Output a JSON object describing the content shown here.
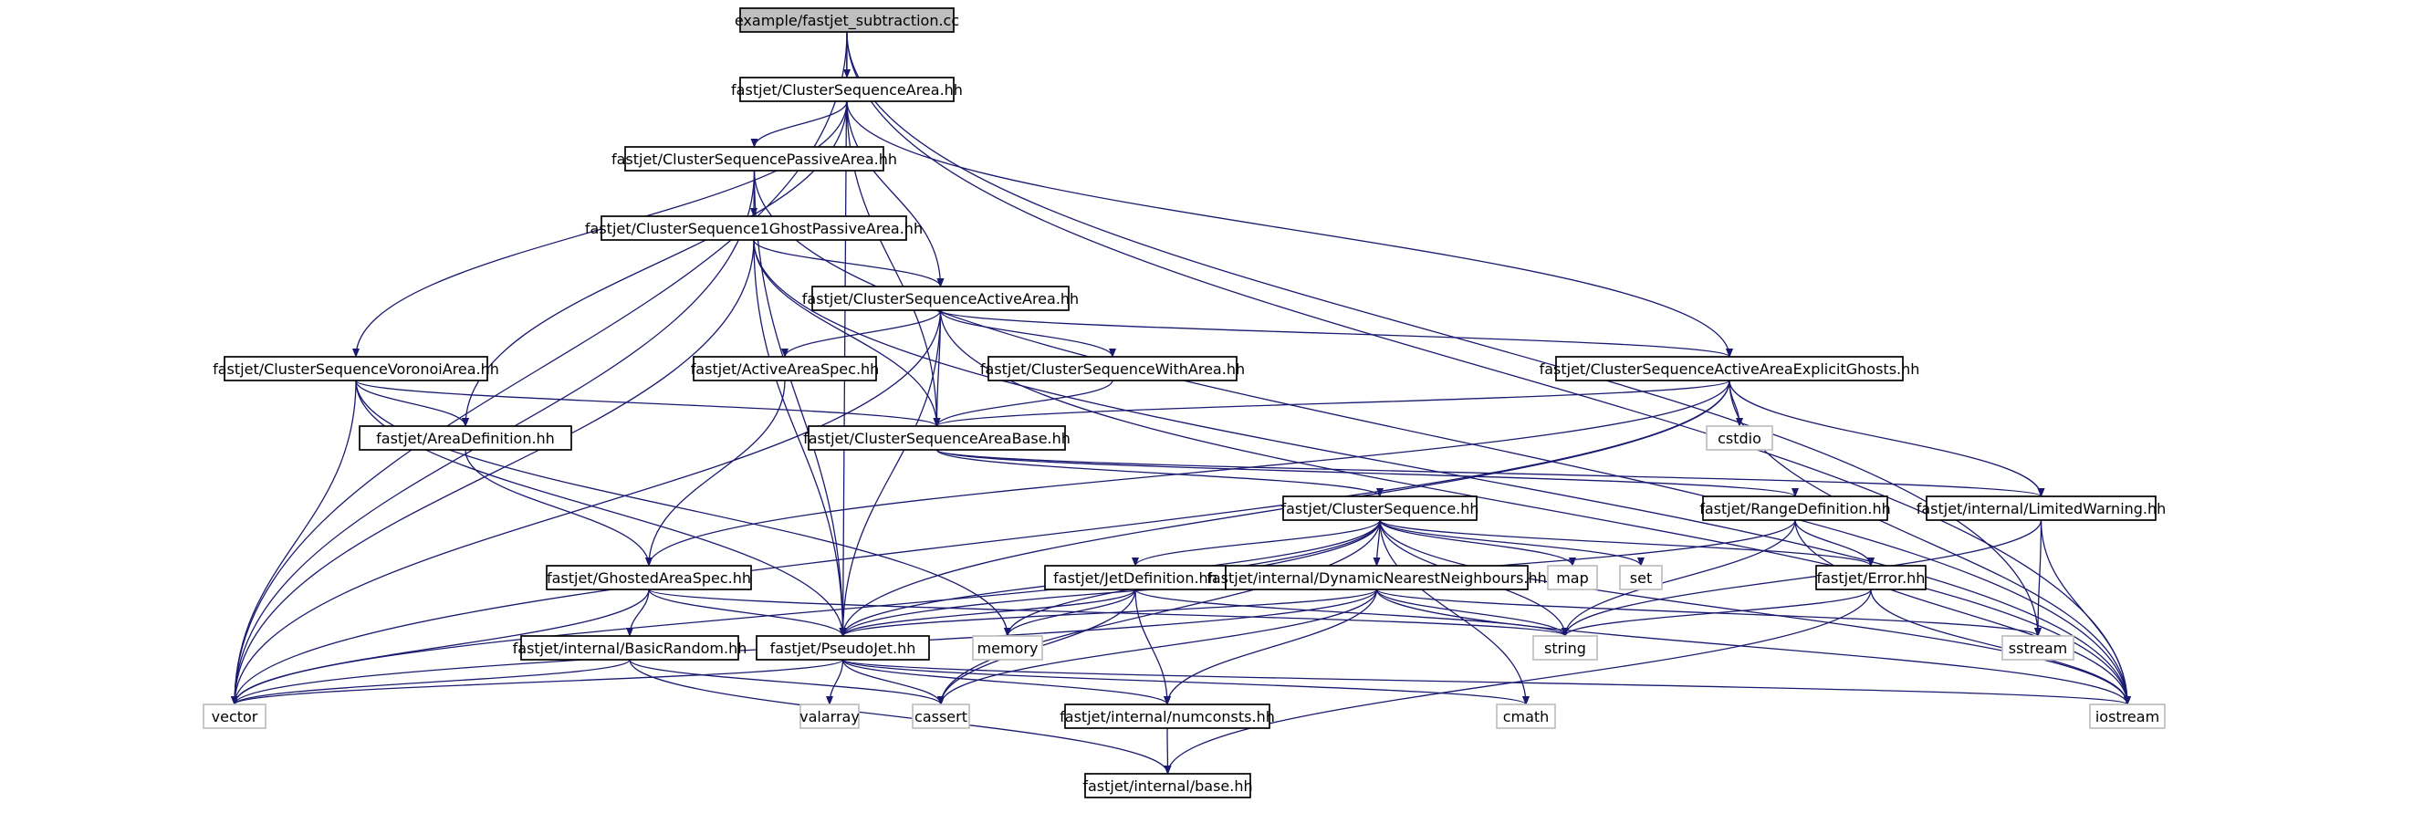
{
  "graph": {
    "edge_color": "#191970",
    "root_fill": "#bfbfbf",
    "system_border": "#bfbfbf",
    "nodes": [
      {
        "id": "root",
        "label": "example/fastjet_subtraction.cc",
        "kind": "root"
      },
      {
        "id": "csa",
        "label": "fastjet/ClusterSequenceArea.hh",
        "kind": "local"
      },
      {
        "id": "cspa",
        "label": "fastjet/ClusterSequencePassiveArea.hh",
        "kind": "local"
      },
      {
        "id": "cs1g",
        "label": "fastjet/ClusterSequence1GhostPassiveArea.hh",
        "kind": "local"
      },
      {
        "id": "csaa",
        "label": "fastjet/ClusterSequenceActiveArea.hh",
        "kind": "local"
      },
      {
        "id": "csva",
        "label": "fastjet/ClusterSequenceVoronoiArea.hh",
        "kind": "local"
      },
      {
        "id": "aas",
        "label": "fastjet/ActiveAreaSpec.hh",
        "kind": "local"
      },
      {
        "id": "cswa",
        "label": "fastjet/ClusterSequenceWithArea.hh",
        "kind": "local"
      },
      {
        "id": "csaeg",
        "label": "fastjet/ClusterSequenceActiveAreaExplicitGhosts.hh",
        "kind": "local"
      },
      {
        "id": "ad",
        "label": "fastjet/AreaDefinition.hh",
        "kind": "local"
      },
      {
        "id": "csab",
        "label": "fastjet/ClusterSequenceAreaBase.hh",
        "kind": "local"
      },
      {
        "id": "cstdio",
        "label": "cstdio",
        "kind": "system"
      },
      {
        "id": "cs",
        "label": "fastjet/ClusterSequence.hh",
        "kind": "local"
      },
      {
        "id": "rd",
        "label": "fastjet/RangeDefinition.hh",
        "kind": "local"
      },
      {
        "id": "lw",
        "label": "fastjet/internal/LimitedWarning.hh",
        "kind": "local"
      },
      {
        "id": "gas",
        "label": "fastjet/GhostedAreaSpec.hh",
        "kind": "local"
      },
      {
        "id": "jd",
        "label": "fastjet/JetDefinition.hh",
        "kind": "local"
      },
      {
        "id": "dnn",
        "label": "fastjet/internal/DynamicNearestNeighbours.hh",
        "kind": "local"
      },
      {
        "id": "map",
        "label": "map",
        "kind": "system"
      },
      {
        "id": "set",
        "label": "set",
        "kind": "system"
      },
      {
        "id": "err",
        "label": "fastjet/Error.hh",
        "kind": "local"
      },
      {
        "id": "br",
        "label": "fastjet/internal/BasicRandom.hh",
        "kind": "local"
      },
      {
        "id": "pj",
        "label": "fastjet/PseudoJet.hh",
        "kind": "local"
      },
      {
        "id": "memory",
        "label": "memory",
        "kind": "system"
      },
      {
        "id": "string",
        "label": "string",
        "kind": "system"
      },
      {
        "id": "sstream",
        "label": "sstream",
        "kind": "system"
      },
      {
        "id": "vector",
        "label": "vector",
        "kind": "system"
      },
      {
        "id": "valarray",
        "label": "valarray",
        "kind": "system"
      },
      {
        "id": "cassert",
        "label": "cassert",
        "kind": "system"
      },
      {
        "id": "nc",
        "label": "fastjet/internal/numconsts.hh",
        "kind": "local"
      },
      {
        "id": "cmath",
        "label": "cmath",
        "kind": "system"
      },
      {
        "id": "iostream",
        "label": "iostream",
        "kind": "system"
      },
      {
        "id": "base",
        "label": "fastjet/internal/base.hh",
        "kind": "local"
      }
    ],
    "edges": [
      [
        "root",
        "csa"
      ],
      [
        "root",
        "vector"
      ],
      [
        "root",
        "pj"
      ],
      [
        "root",
        "sstream"
      ],
      [
        "root",
        "iostream"
      ],
      [
        "csa",
        "cspa"
      ],
      [
        "csa",
        "csaa"
      ],
      [
        "csa",
        "csva"
      ],
      [
        "csa",
        "ad"
      ],
      [
        "csa",
        "csab"
      ],
      [
        "csa",
        "csaeg"
      ],
      [
        "cspa",
        "cs1g"
      ],
      [
        "cspa",
        "vector"
      ],
      [
        "cspa",
        "pj"
      ],
      [
        "cspa",
        "iostream"
      ],
      [
        "cs1g",
        "csaa"
      ],
      [
        "cs1g",
        "csab"
      ],
      [
        "cs1g",
        "vector"
      ],
      [
        "cs1g",
        "pj"
      ],
      [
        "cs1g",
        "iostream"
      ],
      [
        "csaa",
        "aas"
      ],
      [
        "csaa",
        "cswa"
      ],
      [
        "csaa",
        "csaeg"
      ],
      [
        "csaa",
        "csab"
      ],
      [
        "csaa",
        "vector"
      ],
      [
        "csaa",
        "pj"
      ],
      [
        "csaa",
        "iostream"
      ],
      [
        "csva",
        "ad"
      ],
      [
        "csva",
        "csab"
      ],
      [
        "csva",
        "vector"
      ],
      [
        "csva",
        "pj"
      ],
      [
        "csva",
        "memory"
      ],
      [
        "aas",
        "gas"
      ],
      [
        "cswa",
        "csab"
      ],
      [
        "csaeg",
        "csab"
      ],
      [
        "csaeg",
        "cstdio"
      ],
      [
        "csaeg",
        "lw"
      ],
      [
        "csaeg",
        "gas"
      ],
      [
        "csaeg",
        "pj"
      ],
      [
        "csaeg",
        "vector"
      ],
      [
        "csaeg",
        "iostream"
      ],
      [
        "ad",
        "gas"
      ],
      [
        "csab",
        "cs"
      ],
      [
        "csab",
        "rd"
      ],
      [
        "csab",
        "lw"
      ],
      [
        "cs",
        "jd"
      ],
      [
        "cs",
        "dnn"
      ],
      [
        "cs",
        "map"
      ],
      [
        "cs",
        "set"
      ],
      [
        "cs",
        "err"
      ],
      [
        "cs",
        "pj"
      ],
      [
        "cs",
        "memory"
      ],
      [
        "cs",
        "string"
      ],
      [
        "cs",
        "vector"
      ],
      [
        "cs",
        "cassert"
      ],
      [
        "cs",
        "cmath"
      ],
      [
        "cs",
        "iostream"
      ],
      [
        "rd",
        "err"
      ],
      [
        "rd",
        "string"
      ],
      [
        "rd",
        "pj"
      ],
      [
        "rd",
        "iostream"
      ],
      [
        "lw",
        "string"
      ],
      [
        "lw",
        "sstream"
      ],
      [
        "lw",
        "iostream"
      ],
      [
        "gas",
        "br"
      ],
      [
        "gas",
        "pj"
      ],
      [
        "gas",
        "vector"
      ],
      [
        "gas",
        "string"
      ],
      [
        "jd",
        "pj"
      ],
      [
        "jd",
        "memory"
      ],
      [
        "jd",
        "string"
      ],
      [
        "jd",
        "cassert"
      ],
      [
        "jd",
        "nc"
      ],
      [
        "dnn",
        "pj"
      ],
      [
        "dnn",
        "vector"
      ],
      [
        "dnn",
        "string"
      ],
      [
        "dnn",
        "iostream"
      ],
      [
        "dnn",
        "sstream"
      ],
      [
        "dnn",
        "cassert"
      ],
      [
        "dnn",
        "nc"
      ],
      [
        "err",
        "string"
      ],
      [
        "err",
        "iostream"
      ],
      [
        "err",
        "base"
      ],
      [
        "br",
        "vector"
      ],
      [
        "br",
        "cassert"
      ],
      [
        "br",
        "base"
      ],
      [
        "pj",
        "valarray"
      ],
      [
        "pj",
        "vector"
      ],
      [
        "pj",
        "cassert"
      ],
      [
        "pj",
        "cmath"
      ],
      [
        "pj",
        "iostream"
      ],
      [
        "pj",
        "nc"
      ],
      [
        "nc",
        "base"
      ]
    ]
  }
}
